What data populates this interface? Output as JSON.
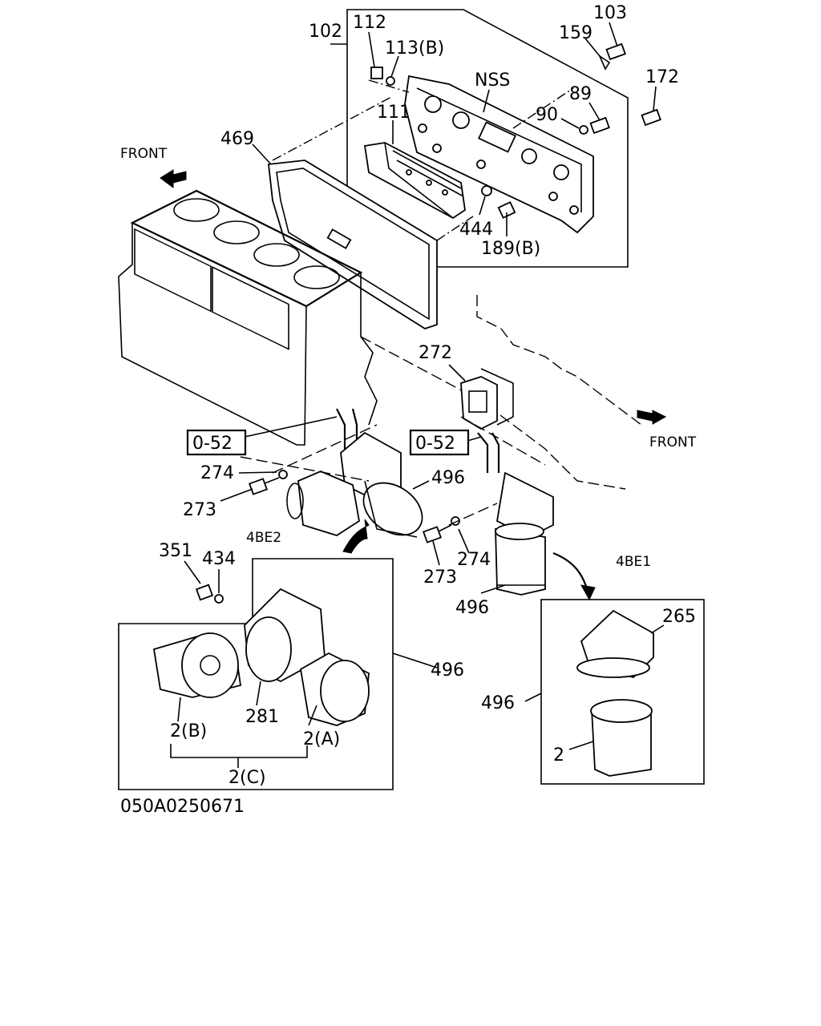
{
  "diagram_code": "050A0250671",
  "front_labels": [
    "FRONT",
    "FRONT"
  ],
  "variant_labels": {
    "left": "4BE2",
    "right": "4BE1"
  },
  "ref_boxes": [
    "0-52",
    "0-52"
  ],
  "callouts": {
    "c102": "102",
    "c112": "112",
    "c113b": "113(B)",
    "c103": "103",
    "c159": "159",
    "c172": "172",
    "cnss": "NSS",
    "c89": "89",
    "c90": "90",
    "c111": "111",
    "c469": "469",
    "c444": "444",
    "c189b": "189(B)",
    "c272": "272",
    "c274a": "274",
    "c273a": "273",
    "c496a": "496",
    "c274b": "274",
    "c273b": "273",
    "c496b": "496",
    "c351": "351",
    "c434": "434",
    "c496c": "496",
    "c281": "281",
    "c2b": "2(B)",
    "c2a": "2(A)",
    "c2c": "2(C)",
    "c265": "265",
    "c496d": "496",
    "c2": "2"
  }
}
